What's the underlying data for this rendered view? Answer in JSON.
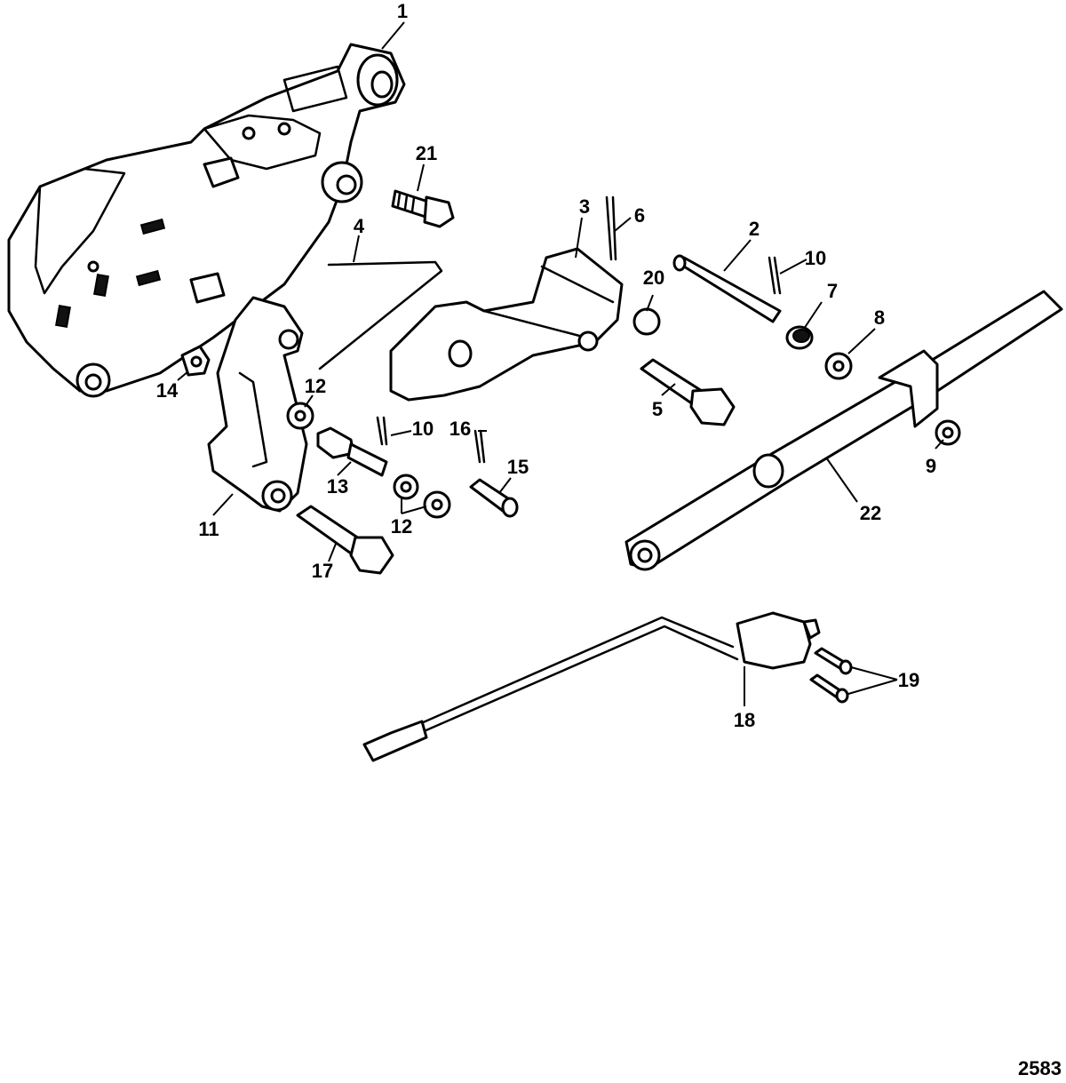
{
  "diagram": {
    "callouts": [
      {
        "id": "c1",
        "label": "1"
      },
      {
        "id": "c2",
        "label": "2"
      },
      {
        "id": "c3",
        "label": "3"
      },
      {
        "id": "c4",
        "label": "4"
      },
      {
        "id": "c5",
        "label": "5"
      },
      {
        "id": "c6",
        "label": "6"
      },
      {
        "id": "c7",
        "label": "7"
      },
      {
        "id": "c8",
        "label": "8"
      },
      {
        "id": "c9",
        "label": "9"
      },
      {
        "id": "c10a",
        "label": "10"
      },
      {
        "id": "c10b",
        "label": "10"
      },
      {
        "id": "c11",
        "label": "11"
      },
      {
        "id": "c12a",
        "label": "12"
      },
      {
        "id": "c12b",
        "label": "12"
      },
      {
        "id": "c13",
        "label": "13"
      },
      {
        "id": "c14",
        "label": "14"
      },
      {
        "id": "c15",
        "label": "15"
      },
      {
        "id": "c16",
        "label": "16"
      },
      {
        "id": "c17",
        "label": "17"
      },
      {
        "id": "c18",
        "label": "18"
      },
      {
        "id": "c19",
        "label": "19"
      },
      {
        "id": "c20",
        "label": "20"
      },
      {
        "id": "c21",
        "label": "21"
      },
      {
        "id": "c22",
        "label": "22"
      }
    ],
    "reference_number": "2583"
  }
}
